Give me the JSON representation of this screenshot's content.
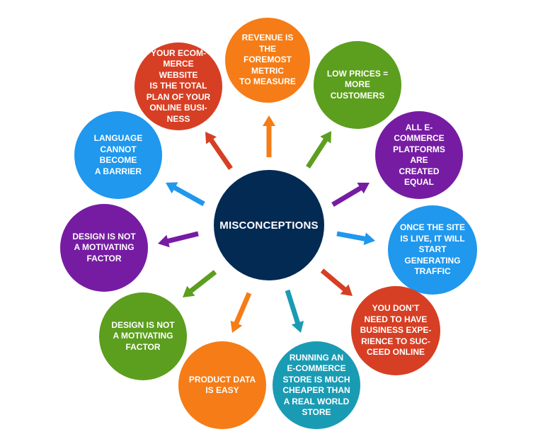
{
  "center": {
    "label": "MISCONCEPTIONS",
    "color": "#032a52"
  },
  "nodes": [
    {
      "label": "REVENUE IS THE\nFOREMOST\nMETRIC\nTO MEASURE",
      "color": "#f57c16"
    },
    {
      "label": "LOW PRICES =\nMORE\nCUSTOMERS",
      "color": "#5c9e1e"
    },
    {
      "label": "ALL E-COMMERCE\nPLATFORMS ARE\nCREATED EQUAL",
      "color": "#761ca3"
    },
    {
      "label": "ONCE THE SITE\nIS LIVE, IT WILL\nSTART\nGENERATING\nTRAFFIC",
      "color": "#1f98ee"
    },
    {
      "label": "YOU DON’T\nNEED TO HAVE\nBUSINESS EXPE-\nRIENCE TO SUC-\nCEED ONLINE",
      "color": "#d63f24"
    },
    {
      "label": "RUNNING AN\nE-COMMERCE\nSTORE IS MUCH\nCHEAPER THAN\nA REAL WORLD\nSTORE",
      "color": "#1a9bb4"
    },
    {
      "label": "PRODUCT DATA\nIS EASY",
      "color": "#f57c16"
    },
    {
      "label": "DESIGN IS NOT\nA MOTIVATING\nFACTOR",
      "color": "#5c9e1e"
    },
    {
      "label": "DESIGN IS NOT\nA MOTIVATING\nFACTOR",
      "color": "#761ca3"
    },
    {
      "label": "LANGUAGE\nCANNOT BECOME\nA BARRIER",
      "color": "#1f98ee"
    },
    {
      "label": "YOUR ECOM-\nMERCE WEBSITE\nIS THE TOTAL\nPLAN OF YOUR\nONLINE BUSI-\nNESS",
      "color": "#d63f24"
    }
  ]
}
